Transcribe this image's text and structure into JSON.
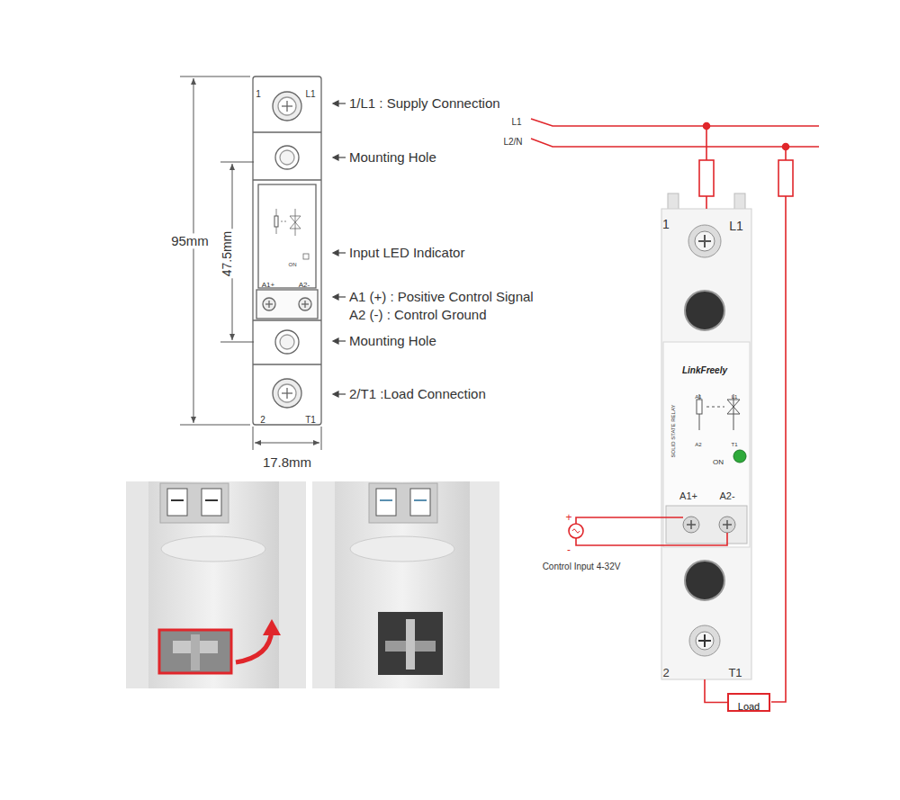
{
  "diagram": {
    "nodes": [
      {
        "text": [
          "1",
          "L1",
          "ON",
          "A1+",
          "A2-",
          "2",
          "T1"
        ]
      },
      {
        "text": [
          "1",
          "L1",
          "LinkFreely",
          "SOLID STATE RELAY",
          "A1",
          "A2",
          "L1",
          "T1",
          "ON",
          "A1+",
          "A2-",
          "2",
          "T1"
        ]
      },
      {
        "text": [
          "Load"
        ]
      }
    ],
    "edges": [
      {
        "from": 1,
        "to": 2,
        "arrow": "none"
      }
    ],
    "labels": [
      "95mm",
      "47.5mm",
      "17.8mm",
      "1/L1 : Supply Connection",
      "Mounting Hole",
      "Input LED Indicator",
      "A1 (+) : Positive Control Signal",
      "A2 (-) : Control Ground",
      "Mounting Hole",
      "2/T1 :Load Connection",
      "L1",
      "L2/N",
      "+",
      "-",
      "Control Input 4-32V"
    ]
  }
}
